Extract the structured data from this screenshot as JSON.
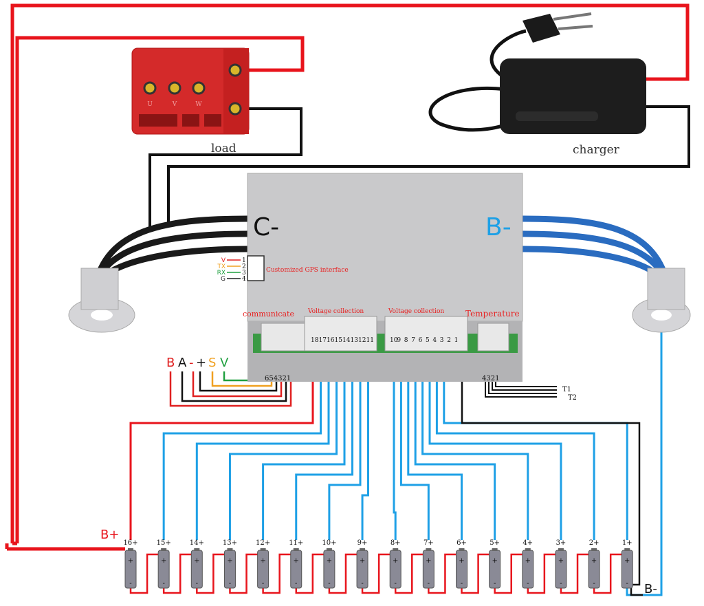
{
  "labels": {
    "load": "load",
    "charger": "charger",
    "c_minus": "C-",
    "b_minus_bms": "B-",
    "b_plus": "B+",
    "b_minus_pack": "B-",
    "gps": "Customized GPS interface",
    "communicate": "communicate",
    "voltage_collection_1": "Voltage collection",
    "voltage_collection_2": "Voltage collection",
    "temperature": "Temperature",
    "motor_u": "U",
    "motor_v": "V",
    "motor_w": "W",
    "t1": "T1",
    "t2": "T2"
  },
  "gps_pins": [
    {
      "name": "V",
      "num": "1",
      "color": "#e02020"
    },
    {
      "name": "TX",
      "num": "2",
      "color": "#f0a020"
    },
    {
      "name": "RX",
      "num": "3",
      "color": "#20a040"
    },
    {
      "name": "G",
      "num": "4",
      "color": "#222222"
    }
  ],
  "comm_pins": {
    "numbers": "654321",
    "names": [
      {
        "name": "B",
        "color": "#e02020"
      },
      {
        "name": "A",
        "color": "#111111"
      },
      {
        "name": "-",
        "color": "#e02020"
      },
      {
        "name": "+",
        "color": "#111111"
      },
      {
        "name": "S",
        "color": "#f0a020"
      },
      {
        "name": "V",
        "color": "#20a040"
      }
    ]
  },
  "connector1_pins": [
    "18",
    "17",
    "16",
    "15",
    "14",
    "13",
    "12",
    "11"
  ],
  "connector2_pins": [
    "10",
    "9",
    "8",
    "7",
    "6",
    "5",
    "4",
    "3",
    "2",
    "1"
  ],
  "temperature_pins": "4321",
  "cells": [
    "16+",
    "15+",
    "14+",
    "13+",
    "12+",
    "11+",
    "10+",
    "9+",
    "8+",
    "7+",
    "6+",
    "5+",
    "4+",
    "3+",
    "2+",
    "1+"
  ],
  "colors": {
    "positive": "#e8141c",
    "negative": "#111111",
    "sense": "#1ea0e6",
    "bms_case": "#c9c9cb",
    "load_body": "#d42a2a",
    "charger_body": "#1d1d1d"
  }
}
